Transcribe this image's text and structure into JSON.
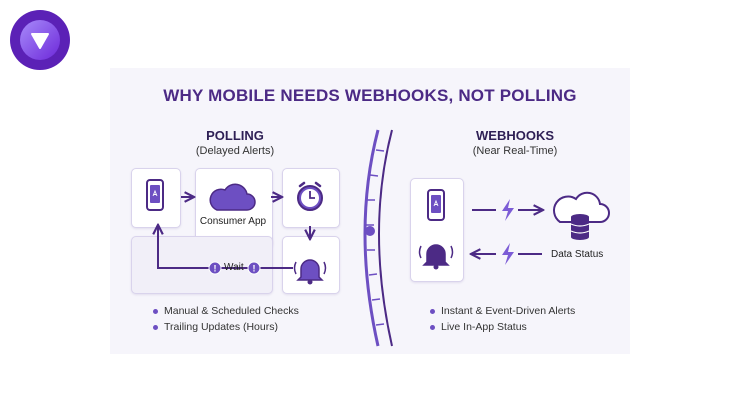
{
  "title": "WHY MOBILE NEEDS WEBHOOKS, NOT POLLING",
  "polling": {
    "heading": "POLLING",
    "subheading": "(Delayed Alerts)",
    "consumer_app_label": "Consumer App",
    "wait_label": "Wait",
    "bullets": [
      "Manual & Scheduled Checks",
      "Trailing Updates (Hours)"
    ]
  },
  "webhooks": {
    "heading": "WEBHOOKS",
    "subheading": "(Near Real-Time)",
    "data_status_label": "Data Status",
    "bullets": [
      "Instant & Event-Driven Alerts",
      "Live In-App Status"
    ]
  },
  "colors": {
    "accent": "#5b21b6",
    "icon": "#6d4fc2",
    "title": "#4c2a85",
    "panel": "#f6f5fb"
  },
  "icons": [
    "logo-icon",
    "phone-icon",
    "cloud-icon",
    "clock-icon",
    "bell-icon",
    "lightning-icon",
    "database-icon",
    "alert-icon"
  ]
}
